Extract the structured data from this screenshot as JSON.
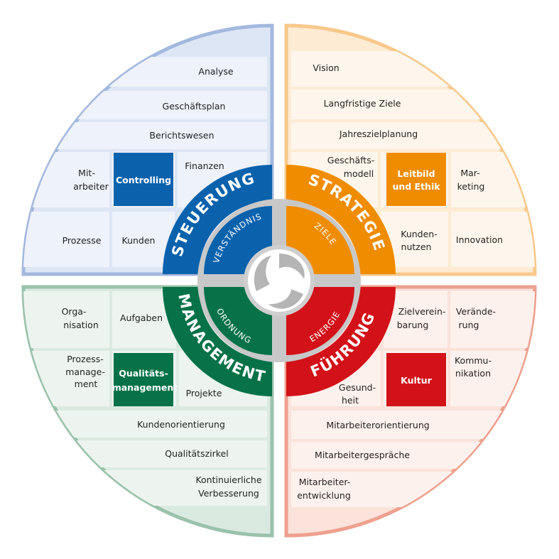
{
  "colors": {
    "steuerung": "#0a62ad",
    "steuerung_light": "#dde6f5",
    "steuerung_border": "#a3b8de",
    "steuerung_cell": "#eef2fa",
    "strategie": "#f08c00",
    "strategie_light": "#fdebd3",
    "strategie_border": "#f8c88b",
    "strategie_cell": "#fef6ec",
    "management": "#077248",
    "management_light": "#dbeae1",
    "management_border": "#99c2aa",
    "management_cell": "#edf4ef",
    "fuehrung": "#d31119",
    "fuehrung_light": "#fbe2da",
    "fuehrung_border": "#eea08e",
    "fuehrung_cell": "#fdf1ed",
    "inner_ring": "#c8c8c8"
  },
  "center": {
    "icon": "swirl-logo-icon"
  },
  "quadrants": {
    "steuerung": {
      "ring_label": "STEUERUNG",
      "inner_label": "VERSTÄNDNIS",
      "highlight": "Controlling",
      "items": [
        "Analyse",
        "Geschäftsplan",
        "Berichtswesen",
        "Finanzen",
        "Mit-",
        "arbeiter",
        "Prozesse",
        "Kunden"
      ]
    },
    "strategie": {
      "ring_label": "STRATEGIE",
      "inner_label": "ZIELE",
      "highlight_lines": [
        "Leitbild",
        "und Ethik"
      ],
      "items": [
        "Vision",
        "Langfristige Ziele",
        "Jahreszielplanung",
        "Geschäfts-",
        "modell",
        "Mar-",
        "keting",
        "Kunden-",
        "nutzen",
        "Innovation"
      ]
    },
    "management": {
      "ring_label": "MANAGEMENT",
      "inner_label": "ORDNUNG",
      "highlight_lines": [
        "Qualitäts-",
        "management"
      ],
      "items": [
        "Orga-",
        "nisation",
        "Aufgaben",
        "Prozess-",
        "manage-",
        "ment",
        "Projekte",
        "Kundenorientierung",
        "Qualitätszirkel",
        "Kontinuierliche",
        "Verbesserung"
      ]
    },
    "fuehrung": {
      "ring_label": "FÜHRUNG",
      "inner_label": "ENERGIE",
      "highlight": "Kultur",
      "items": [
        "Zielverein-",
        "barung",
        "Verände-",
        "rung",
        "Kommu-",
        "nikation",
        "Gesund-",
        "heit",
        "Mitarbeiterorientierung",
        "Mitarbeitergespräche",
        "Mitarbeiter-",
        "entwicklung"
      ]
    }
  }
}
